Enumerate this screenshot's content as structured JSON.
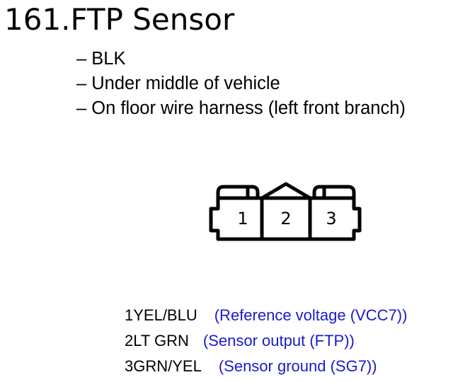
{
  "title": "161.FTP Sensor",
  "details": [
    "– BLK",
    "– Under middle of vehicle",
    "– On floor wire harness (left front branch)"
  ],
  "connector": {
    "pins": [
      "1",
      "2",
      "3"
    ]
  },
  "pinout": [
    {
      "wire": "1YEL/BLU",
      "description": "(Reference voltage (VCC7))"
    },
    {
      "wire": "2LT GRN",
      "description": "(Sensor output (FTP))"
    },
    {
      "wire": "3GRN/YEL",
      "description": "(Sensor ground (SG7))"
    }
  ],
  "colors": {
    "text": "#000000",
    "description": "#1a1acd"
  }
}
